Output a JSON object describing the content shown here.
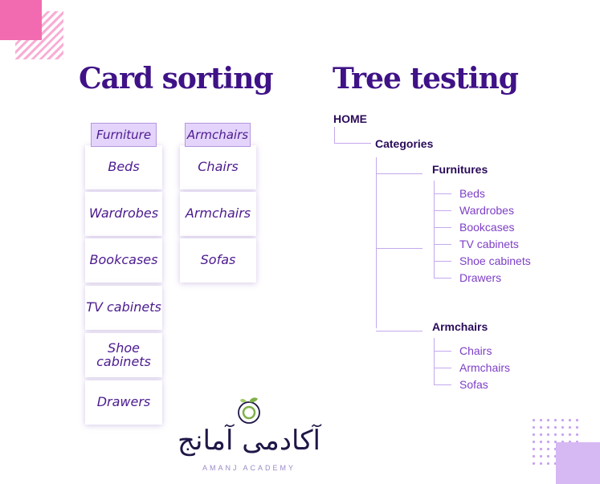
{
  "card_sorting": {
    "title": "Card sorting",
    "groups": [
      {
        "label": "Furniture",
        "cards": [
          "Beds",
          "Wardrobes",
          "Bookcases",
          "TV cabinets",
          "Shoe cabinets",
          "Drawers"
        ]
      },
      {
        "label": "Armchairs",
        "cards": [
          "Chairs",
          "Armchairs",
          "Sofas"
        ]
      }
    ]
  },
  "tree_testing": {
    "title": "Tree testing",
    "root": "HOME",
    "level1": "Categories",
    "branches": [
      {
        "label": "Furnitures",
        "items": [
          "Beds",
          "Wardrobes",
          "Bookcases",
          "TV cabinets",
          "Shoe cabinets",
          "Drawers"
        ]
      },
      {
        "label": "Armchairs",
        "items": [
          "Chairs",
          "Armchairs",
          "Sofas"
        ]
      }
    ]
  },
  "logo": {
    "wordmark": "آکادمی آمانج",
    "subtitle": "AMANJ ACADEMY",
    "colors": {
      "accent_green": "#7fb04b",
      "dark": "#1f1747"
    }
  },
  "colors": {
    "heading": "#3f1287",
    "card_text": "#4b1a8f",
    "label_bg": "#e4d4fb",
    "tree_line": "#c4a9ee",
    "corner_pink": "#f26bb0",
    "corner_purple": "#d6b8f3"
  }
}
